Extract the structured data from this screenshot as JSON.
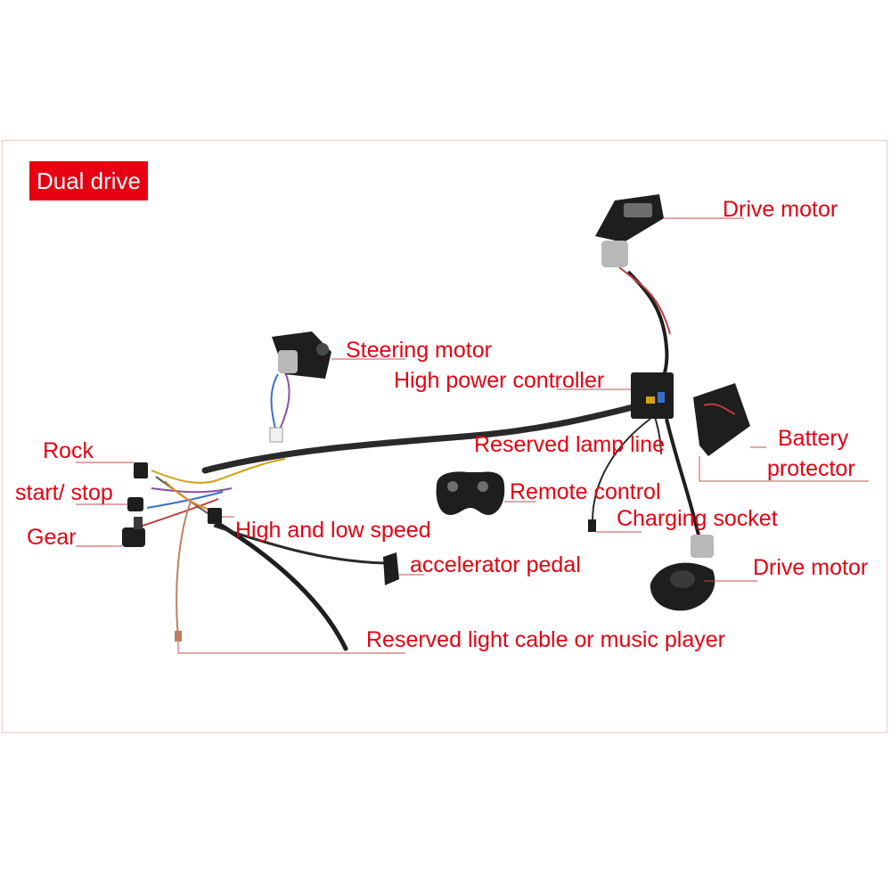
{
  "badge": "Dual drive",
  "labels": {
    "drive_motor_top": "Drive motor",
    "steering_motor": "Steering motor",
    "high_power_controller": "High power controller",
    "rock": "Rock",
    "start_stop": "start/ stop",
    "gear": "Gear",
    "reserved_lamp_line": "Reserved lamp line",
    "battery": "Battery",
    "protector": "protector",
    "remote_control": "Remote control",
    "charging_socket": "Charging socket",
    "high_low_speed": "High and low speed",
    "accelerator_pedal": "accelerator pedal",
    "drive_motor_bottom": "Drive motor",
    "reserved_light_cable": "Reserved light cable or music player"
  },
  "colors": {
    "label_red": "#e60012",
    "leader_line": "#c0504d",
    "component_dark": "#1e1e1e",
    "cable": "#2a2a2a",
    "frame_border": "#f0c8c8"
  }
}
